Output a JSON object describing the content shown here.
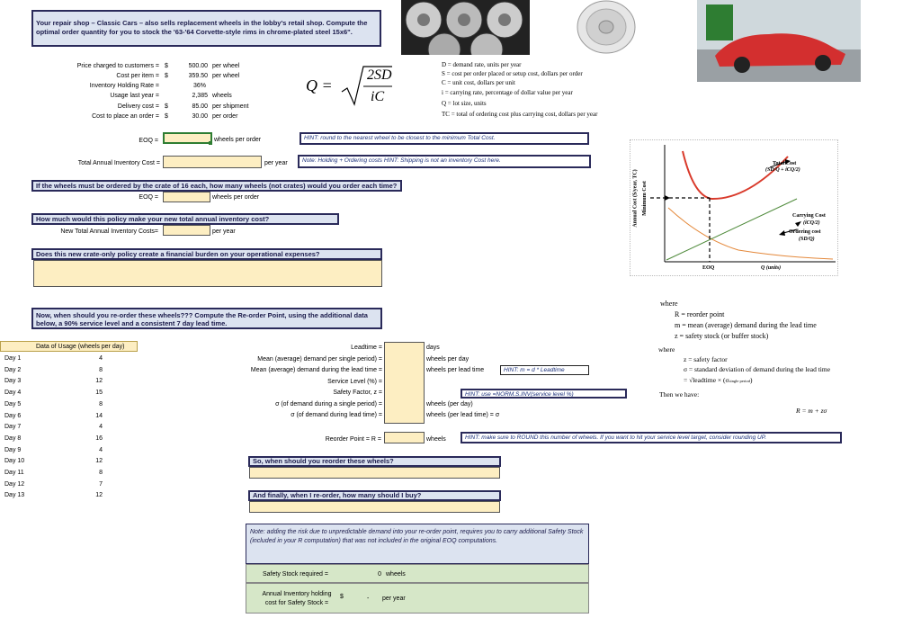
{
  "intro": "Your repair shop – Classic Cars – also sells replacement wheels in the lobby's retail shop. Compute the optimal order quantity for you to stock the '63-'64 Corvette-style rims in chrome-plated steel 15x6\".",
  "params": [
    {
      "label": "Price charged to customers =",
      "cur": "$",
      "value": "500.00",
      "unit": "per wheel"
    },
    {
      "label": "Cost per item =",
      "cur": "$",
      "value": "359.50",
      "unit": "per wheel"
    },
    {
      "label": "Inventory Holding Rate =",
      "cur": "",
      "value": "36%",
      "unit": ""
    },
    {
      "label": "Usage last year =",
      "cur": "",
      "value": "2,385",
      "unit": "wheels"
    },
    {
      "label": "Delivery cost =",
      "cur": "$",
      "value": "85.00",
      "unit": "per shipment"
    },
    {
      "label": "Cost to place an order =",
      "cur": "$",
      "value": "30.00",
      "unit": "per order"
    }
  ],
  "formula": {
    "lhs": "Q =",
    "num": "2SD",
    "den": "iC"
  },
  "legend": [
    "D = demand rate, units per year",
    "S = cost per order placed or setup cost, dollars per order",
    "C = unit cost, dollars per unit",
    "i = carrying rate, percentage of dollar value per year",
    "Q = lot size, units",
    "TC = total of ordering cost plus carrying cost, dollars per year"
  ],
  "eoq": {
    "label": "EOQ =",
    "unit": "wheels per order",
    "hint": "HINT: round to the nearest wheel to be closest to the minimum Total Cost."
  },
  "tac": {
    "label": "Total Annual Inventory Cost =",
    "unit": "per year",
    "hint": "Note: Holding + Ordering costs   HINT: Shipping is not an inventory Cost here."
  },
  "crate": {
    "question": "If the wheels must  be ordered by the crate of 16 each, how many wheels (not crates) would you order each time?",
    "label": "EOQ =",
    "unit": "wheels per order"
  },
  "newcost": {
    "question": "How much would this policy make your new total annual inventory cost?",
    "label": "New Total Annual Inventory Costs=",
    "unit": "per year"
  },
  "burden": {
    "question": "Does this new crate-only policy create a financial burden on your operational expenses?"
  },
  "reorder_q": "Now, when should you re-order these wheels??? Compute the Re-order Point, using the additional data below, a 90% service level and a consistent 7 day lead time.",
  "usage": {
    "header": "Data of Usage (wheels per day)",
    "rows": [
      {
        "day": "Day 1",
        "v": "4"
      },
      {
        "day": "Day 2",
        "v": "8"
      },
      {
        "day": "Day 3",
        "v": "12"
      },
      {
        "day": "Day 4",
        "v": "15"
      },
      {
        "day": "Day 5",
        "v": "8"
      },
      {
        "day": "Day 6",
        "v": "14"
      },
      {
        "day": "Day 7",
        "v": "4"
      },
      {
        "day": "Day 8",
        "v": "16"
      },
      {
        "day": "Day 9",
        "v": "4"
      },
      {
        "day": "Day 10",
        "v": "12"
      },
      {
        "day": "Day 11",
        "v": "8"
      },
      {
        "day": "Day 12",
        "v": "7"
      },
      {
        "day": "Day 13",
        "v": "12"
      }
    ]
  },
  "rop_rows": [
    {
      "label": "Leadtime =",
      "unit": "days"
    },
    {
      "label": "Mean (average) demand per single period) =",
      "unit": "wheels per day"
    },
    {
      "label": "Mean (average) demand during the lead time =",
      "unit": "wheels per lead time"
    },
    {
      "label": "Service Level (%) =",
      "unit": ""
    },
    {
      "label": "Safety Factor, z =",
      "unit": ""
    },
    {
      "label": "σ (of demand during a single period) =",
      "unit": "wheels (per day)"
    },
    {
      "label": "σ (of demand during lead time) =",
      "unit": "wheels (per lead time) = σ"
    }
  ],
  "rop_hints": {
    "m": "HINT: m = d * Leadtime",
    "z": "HINT:  use  =NORM.S.INV(service level %)"
  },
  "reorder_point": {
    "label": "Reorder Point = R =",
    "unit": "wheels",
    "hint": "HINT: make sure to ROUND this number of wheels. If you want to hit your service level target, consider rounding UP."
  },
  "when_q": "So, when should you reorder these wheels?",
  "howmany_q": "And finally, when I re-order, how many should I buy?",
  "note": "Note: adding the risk due to unpredictable demand into your re-order point, requires you to carry additional Safety Stock (included in your R computation) that was not included in the original EOQ computations.",
  "safety": {
    "label": "Safety Stock required =",
    "value": "0",
    "unit": "wheels"
  },
  "safety_cost": {
    "label": "Annual Inventory holding cost for Safety Stock =",
    "cur": "$",
    "value": "-",
    "unit": "per year"
  },
  "right_defs": {
    "where1": "where",
    "r": "R = reorder point",
    "m": "m = mean (average) demand during the lead time",
    "z": "z = safety stock (or buffer stock)",
    "where2": "where",
    "z2": "z = safety factor",
    "s": "σ = standard deviation of demand during the lead time",
    "s2": "= √leadtime × (σ",
    "s2sub": "single period",
    "s2end": ")",
    "then": "Then we have:",
    "formula": "R = m + zσ"
  },
  "chart_data": {
    "type": "line",
    "ylabel": "Annual Cost ($/year, TC)",
    "ylabel2": "Minimum Cost",
    "xlabel": "Q (units)",
    "xtick": "EOQ",
    "series": [
      {
        "name": "Total Cost (SD/Q + iCQ/2)",
        "label1": "Total Cost",
        "label2": "(SD/Q + iCQ/2)",
        "color": "#d93a2b"
      },
      {
        "name": "Carrying Cost (iCQ/2)",
        "label1": "Carrying Cost",
        "label2": "(iCQ/2)",
        "color": "#4e8a3a"
      },
      {
        "name": "Ordering cost (SD/Q)",
        "label1": "Ordering cost",
        "label2": "(SD/Q)",
        "color": "#e4883a"
      }
    ]
  }
}
